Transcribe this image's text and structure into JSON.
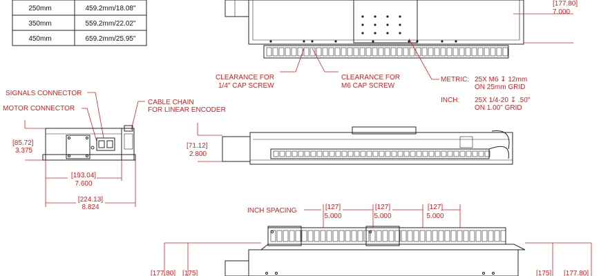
{
  "stroke_table": {
    "rows": [
      {
        "stroke": "250mm",
        "length": "459.2mm/18.08\""
      },
      {
        "stroke": "350mm",
        "length": "559.2mm/22.02\""
      },
      {
        "stroke": "450mm",
        "length": "659.2mm/25.95\""
      }
    ]
  },
  "top_view": {
    "dim_mm": "[177.80]",
    "dim_in": "7.000",
    "callouts": {
      "cap_screw_quarter_1": "CLEARANCE FOR",
      "cap_screw_quarter_2": "1/4\" CAP SCREW",
      "cap_screw_m6_1": "CLEARANCE FOR",
      "cap_screw_m6_2": "M6 CAP SCREW",
      "metric_label": "METRIC:",
      "metric_1": "25X M6 ↧ 12mm",
      "metric_2": "ON 25mm GRID",
      "inch_label": "INCH:",
      "inch_1": "25X 1/4-20 ↧ .50\"",
      "inch_2": "ON 1.00\" GRID"
    }
  },
  "end_view": {
    "signals_connector": "SIGNALS CONNECTOR",
    "motor_connector": "MOTOR CONNECTOR",
    "cable_chain_1": "CABLE CHAIN",
    "cable_chain_2": "FOR LINEAR ENCODER",
    "height_mm": "[85.72]",
    "height_in": "3.375",
    "width1_mm": "[193.04]",
    "width1_in": "7.600",
    "width2_mm": "[224.13]",
    "width2_in": "8.824"
  },
  "side_view": {
    "height_mm": "[71.12]",
    "height_in": "2.800"
  },
  "bottom_view": {
    "inch_spacing": "INCH SPACING",
    "spacing": [
      {
        "mm": "[127]",
        "in": "5.000"
      },
      {
        "mm": "[127]",
        "in": "5.000"
      },
      {
        "mm": "[127]",
        "in": "5.000"
      }
    ],
    "left_outer_mm": "[177.80]",
    "left_inner_mm": "[175]",
    "right_inner_mm": "[175]",
    "right_outer_mm": "[177.80]"
  },
  "colors": {
    "dimension": "#d81b1b",
    "line": "#222222"
  }
}
